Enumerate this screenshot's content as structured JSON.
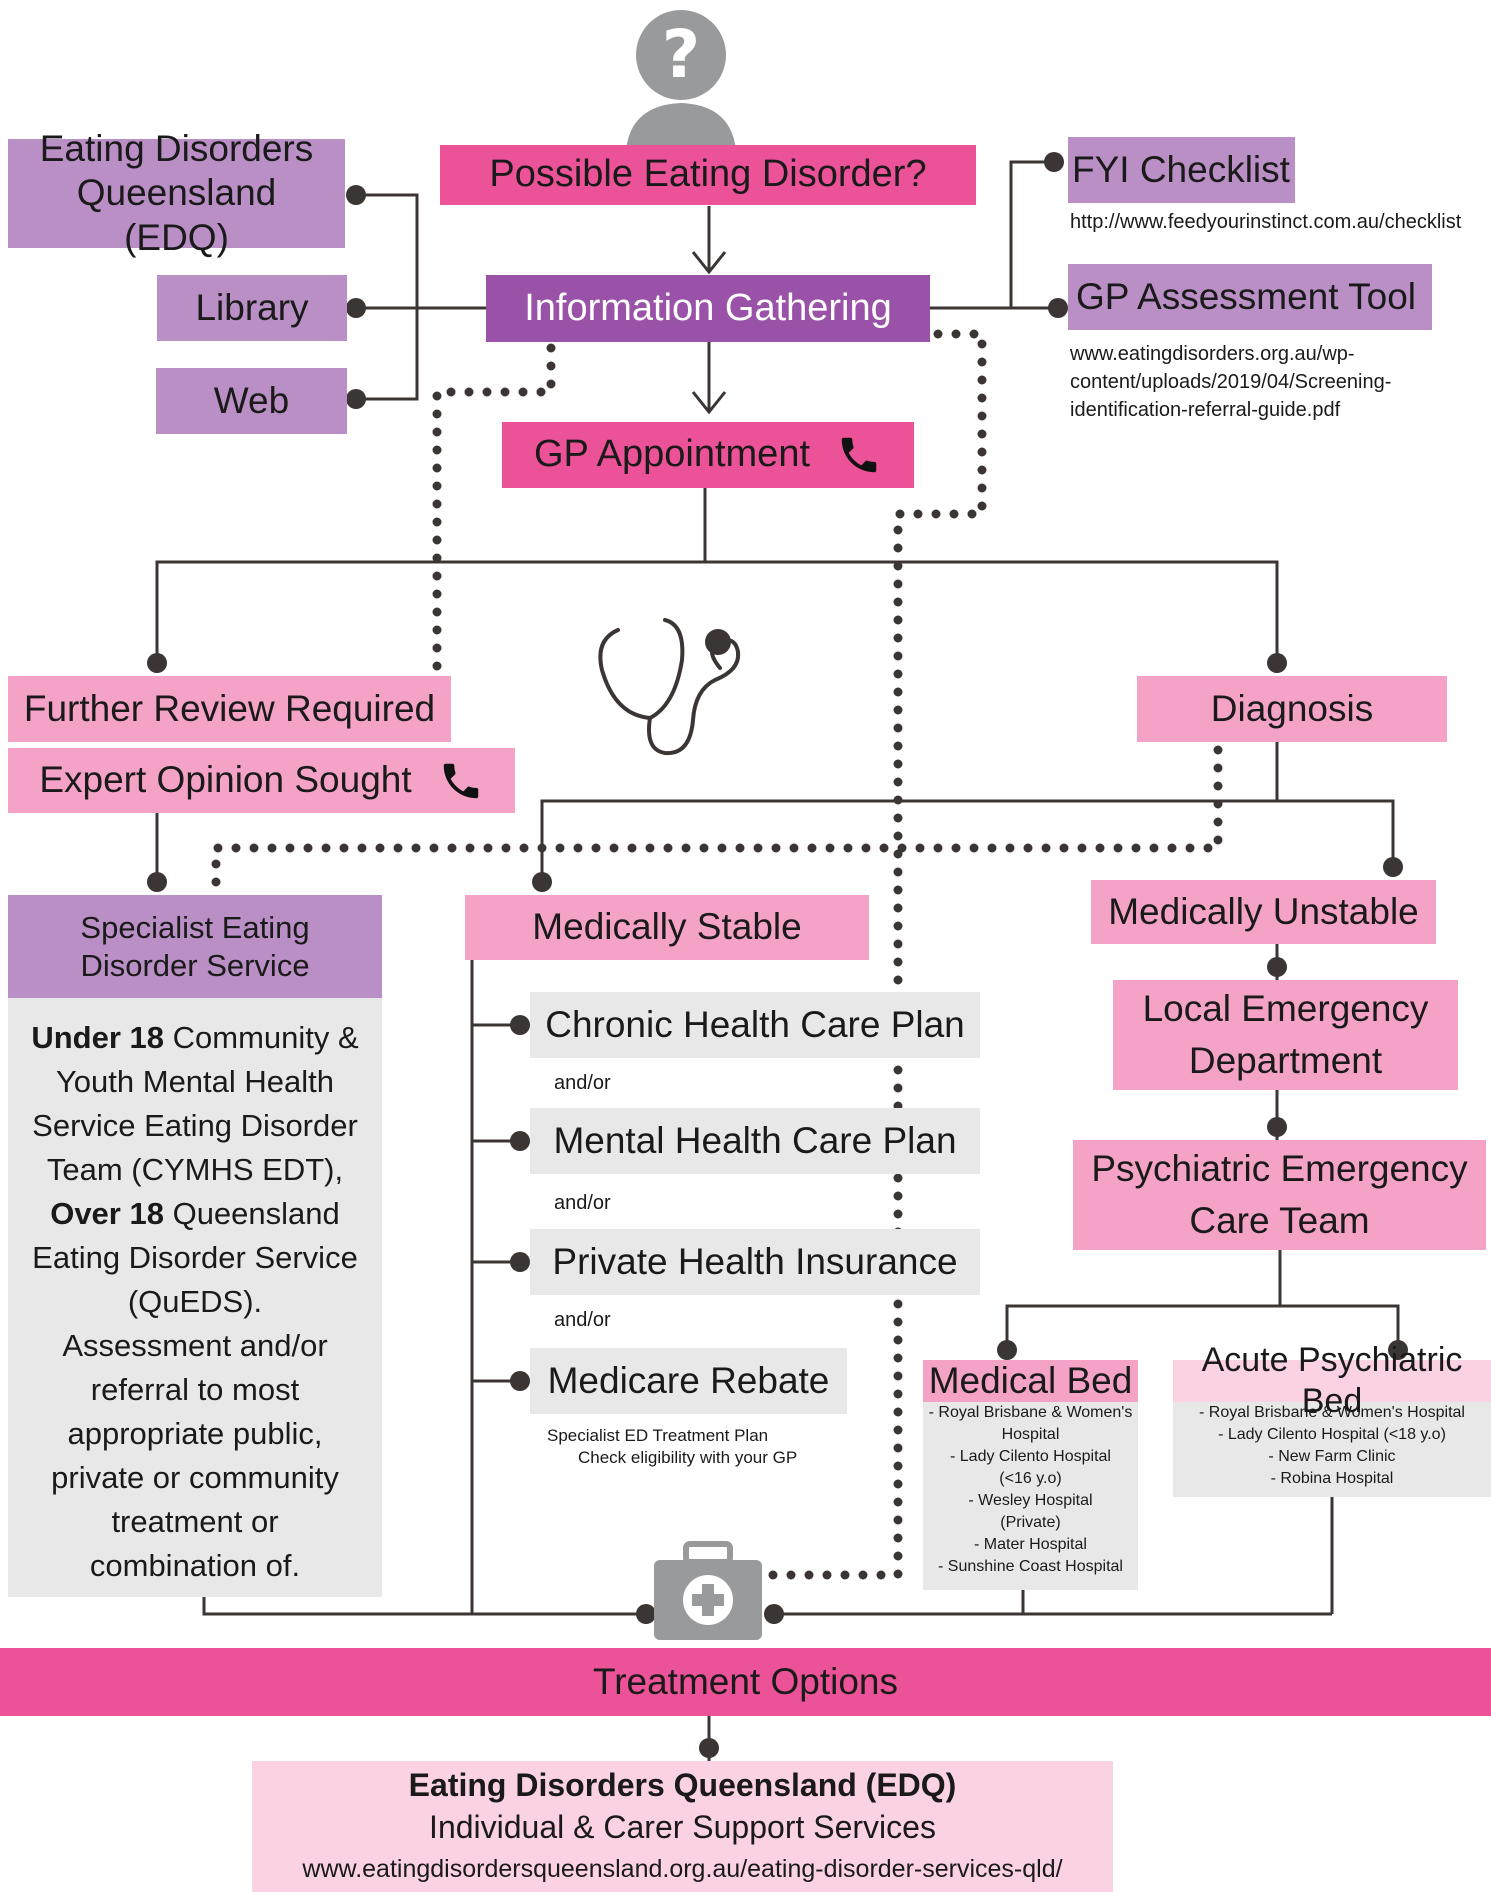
{
  "top_question": "Possible Eating Disorder?",
  "info_gathering": "Information Gathering",
  "gp_appointment": "GP Appointment",
  "sources": {
    "edq": "Eating Disorders Queensland (EDQ)",
    "library": "Library",
    "web": "Web"
  },
  "fyi": {
    "label": "FYI Checklist",
    "url": "http://www.feedyourinstinct.com.au/checklist"
  },
  "gp_tool": {
    "label": "GP Assessment Tool",
    "url_line1": "www.eatingdisorders.org.au/wp-",
    "url_line2": "content/uploads/2019/04/Screening-",
    "url_line3": "identification-referral-guide.pdf"
  },
  "further_review": "Further Review Required",
  "expert_opinion": "Expert Opinion Sought",
  "diagnosis": "Diagnosis",
  "specialist": {
    "title_line1": "Specialist Eating",
    "title_line2": "Disorder Service",
    "under18_bold": "Under 18",
    "under18_text_a": " Community &",
    "under18_text_b": "Youth Mental Health",
    "under18_text_c": "Service Eating Disorder",
    "under18_text_d": "Team (CYMHS EDT),",
    "over18_bold": "Over 18",
    "over18_text_a": " Queensland",
    "over18_text_b": "Eating Disorder Service",
    "over18_text_c": "(QuEDS).",
    "assess_a": "Assessment and/or",
    "assess_b": "referral to most",
    "assess_c": "appropriate public,",
    "assess_d": "private or community",
    "assess_e": "treatment or",
    "assess_f": "combination of."
  },
  "stable": {
    "title": "Medically Stable",
    "chronic": "Chronic Health Care Plan",
    "mental": "Mental Health Care Plan",
    "private": "Private Health Insurance",
    "medicare": "Medicare Rebate",
    "andor": "and/or",
    "note1": "Specialist ED Treatment Plan",
    "note2": "Check eligibility with your GP"
  },
  "unstable": {
    "title": "Medically Unstable",
    "local_ed_line1": "Local Emergency",
    "local_ed_line2": "Department",
    "psych_line1": "Psychiatric Emergency",
    "psych_line2": "Care Team"
  },
  "medical_bed": {
    "title": "Medical Bed",
    "items": [
      "- Royal Brisbane & Women's",
      "Hospital",
      "- Lady Cilento Hospital",
      "(<16 y.o)",
      "- Wesley Hospital",
      "(Private)",
      "- Mater Hospital",
      "- Sunshine Coast Hospital"
    ]
  },
  "acute_bed": {
    "title": "Acute Psychiatric Bed",
    "items": [
      "- Royal Brisbane & Women's Hospital",
      "- Lady Cilento Hospital (<18 y.o)",
      "- New Farm Clinic",
      "- Robina Hospital"
    ]
  },
  "treatment": "Treatment Options",
  "edq_footer": {
    "title": "Eating Disorders Queensland (EDQ)",
    "subtitle": "Individual & Carer Support Services",
    "url": "www.eatingdisordersqueensland.org.au/eating-disorder-services-qld/"
  },
  "icons": [
    "person-question-icon",
    "phone-icon",
    "stethoscope-icon",
    "first-aid-kit-icon"
  ],
  "colors": {
    "hot_pink": "#ec5297",
    "pink": "#f4a3c6",
    "purple": "#9a52a8",
    "lavender": "#b98fc6",
    "grey": "#e8e8e8",
    "light_pink": "#fbd1e4",
    "line": "#3b3533"
  }
}
